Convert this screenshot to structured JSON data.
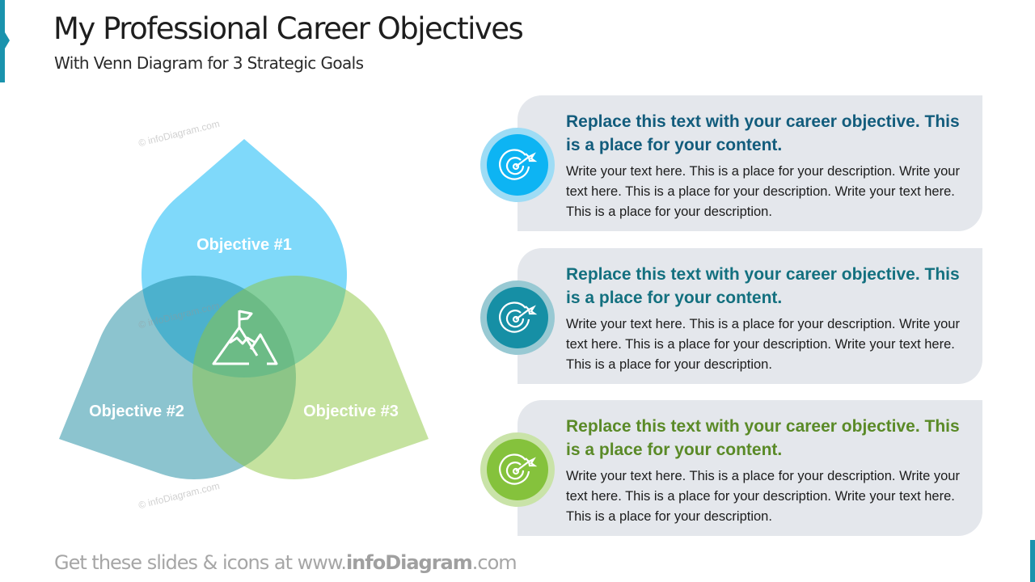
{
  "header": {
    "title": "My Professional Career Objectives",
    "subtitle": "With Venn Diagram for 3 Strategic Goals"
  },
  "venn": {
    "center_icon": "mountain-flag-icon",
    "sets": [
      {
        "label": "Objective #1",
        "color": "#29bff7"
      },
      {
        "label": "Objective #2",
        "color": "#1a8aa0"
      },
      {
        "label": "Objective #3",
        "color": "#8cc63f"
      }
    ]
  },
  "objectives": [
    {
      "icon": "target-arrow-icon",
      "title": "Replace this text with your career objective. This is a place for your content.",
      "description": "Write your text here. This is a place for your description. Write your text here. This is a place for your description. Write your text here. This is a place for your description.",
      "title_color": "#125c7c",
      "badge_color": "#0db4f3",
      "ring_color": "#9edcf5"
    },
    {
      "icon": "target-arrow-icon",
      "title": "Replace this text with your career objective. This is a place for your content.",
      "description": "Write your text here. This is a place for your description. Write your text here. This is a place for your description. Write your text here. This is a place for your description.",
      "title_color": "#13707f",
      "badge_color": "#168fa5",
      "ring_color": "#98c9d3"
    },
    {
      "icon": "target-arrow-icon",
      "title": "Replace this text with your career objective. This is a place for your content.",
      "description": "Write your text here. This is a place for your description. Write your text here. This is a place for your description. Write your text here. This is a place for your description.",
      "title_color": "#5a8a27",
      "badge_color": "#85c23c",
      "ring_color": "#c9e3a8"
    }
  ],
  "footer": {
    "prefix": "Get these slides & icons at www.",
    "brand": "infoDiagram",
    "suffix": ".com"
  },
  "watermark": "© infoDiagram.com"
}
